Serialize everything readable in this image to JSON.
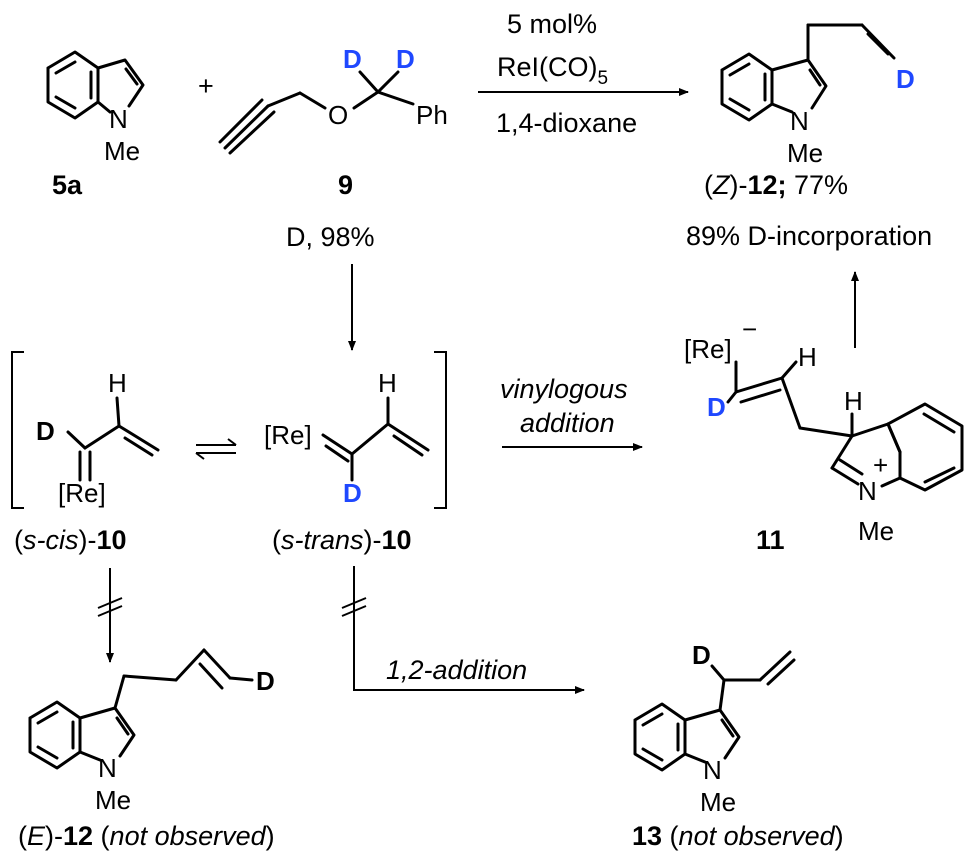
{
  "atoms": {
    "N": "N",
    "Me": "Me",
    "D": "D",
    "O": "O",
    "Ph": "Ph",
    "H": "H",
    "Re": "[Re]",
    "minus": "−",
    "plus": "+"
  },
  "reaction": {
    "plus_sign": "+",
    "conditions": [
      "5 mol%",
      "ReI(CO)",
      "5",
      "1,4-dioxane"
    ]
  },
  "compounds": {
    "c5a": {
      "label": "5a"
    },
    "c9": {
      "label": "9",
      "sub": "D, 98%"
    },
    "z12": {
      "pre": "(",
      "z": "Z",
      "mid": ")-",
      "num": "12; ",
      "yield": "77%",
      "sub": "89% D-incorporation"
    },
    "scis10": {
      "pre": "(",
      "it": "s-cis",
      "mid": ")-",
      "num": "10"
    },
    "strans10": {
      "pre": "(",
      "it": "s-trans",
      "mid": ")-",
      "num": "10"
    },
    "c11": {
      "label": "11"
    },
    "e12": {
      "pre": "(",
      "e": "E",
      "mid": ")-",
      "num": "12",
      "paren_open": " (",
      "note": "not observed",
      "paren_close": ")"
    },
    "c13": {
      "num": "13",
      "paren_open": " (",
      "note": "not observed",
      "paren_close": ")"
    }
  },
  "arrows": {
    "vinylogous": [
      "vinylogous",
      "addition"
    ],
    "one_two": "1,2-addition"
  }
}
